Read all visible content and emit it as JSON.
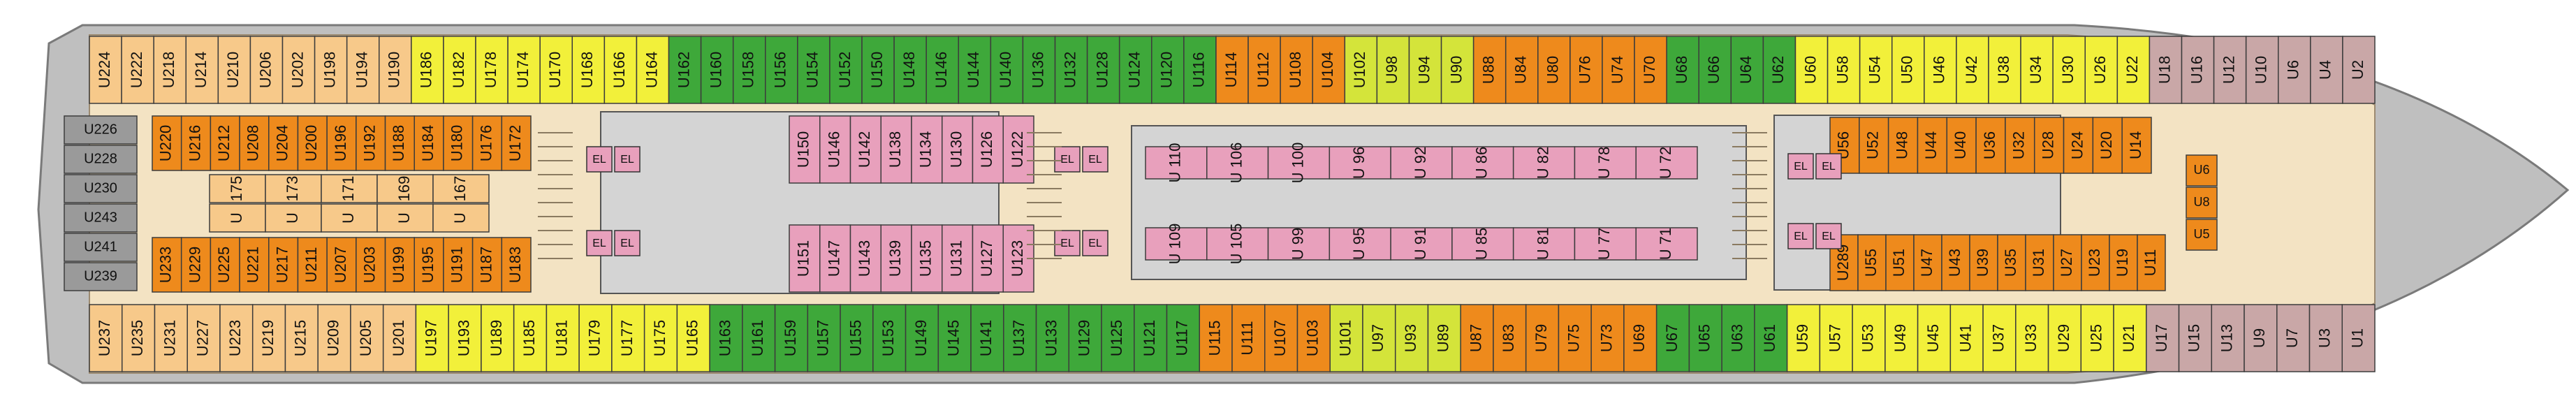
{
  "colors": {
    "green": "#3ea83a",
    "yellow": "#f2f03a",
    "lime": "#d4e43a",
    "orange": "#ee8a1c",
    "peach": "#f7c98a",
    "pink": "#e8a0bc",
    "mauve": "#c9a7a7",
    "gray": "#9a9a9a",
    "hull": "#bfbfbf",
    "deck": "#f3e3c3",
    "interior": "#d4d4d4"
  },
  "top_outer": [
    {
      "label": "U224",
      "color": "peach"
    },
    {
      "label": "U222",
      "color": "peach"
    },
    {
      "label": "U218",
      "color": "peach"
    },
    {
      "label": "U214",
      "color": "peach"
    },
    {
      "label": "U210",
      "color": "peach"
    },
    {
      "label": "U206",
      "color": "peach"
    },
    {
      "label": "U202",
      "color": "peach"
    },
    {
      "label": "U198",
      "color": "peach"
    },
    {
      "label": "U194",
      "color": "peach"
    },
    {
      "label": "U190",
      "color": "peach"
    },
    {
      "label": "U186",
      "color": "yellow"
    },
    {
      "label": "U182",
      "color": "yellow"
    },
    {
      "label": "U178",
      "color": "yellow"
    },
    {
      "label": "U174",
      "color": "yellow"
    },
    {
      "label": "U170",
      "color": "yellow"
    },
    {
      "label": "U168",
      "color": "yellow"
    },
    {
      "label": "U166",
      "color": "yellow"
    },
    {
      "label": "U164",
      "color": "yellow"
    },
    {
      "label": "U162",
      "color": "green"
    },
    {
      "label": "U160",
      "color": "green"
    },
    {
      "label": "U158",
      "color": "green"
    },
    {
      "label": "U156",
      "color": "green"
    },
    {
      "label": "U154",
      "color": "green"
    },
    {
      "label": "U152",
      "color": "green"
    },
    {
      "label": "U150",
      "color": "green"
    },
    {
      "label": "U148",
      "color": "green"
    },
    {
      "label": "U146",
      "color": "green"
    },
    {
      "label": "U144",
      "color": "green"
    },
    {
      "label": "U140",
      "color": "green"
    },
    {
      "label": "U136",
      "color": "green"
    },
    {
      "label": "U132",
      "color": "green"
    },
    {
      "label": "U128",
      "color": "green"
    },
    {
      "label": "U124",
      "color": "green"
    },
    {
      "label": "U120",
      "color": "green"
    },
    {
      "label": "U116",
      "color": "green"
    },
    {
      "label": "U114",
      "color": "orange"
    },
    {
      "label": "U112",
      "color": "orange"
    },
    {
      "label": "U108",
      "color": "orange"
    },
    {
      "label": "U104",
      "color": "orange"
    },
    {
      "label": "U102",
      "color": "lime"
    },
    {
      "label": "U98",
      "color": "lime"
    },
    {
      "label": "U94",
      "color": "lime"
    },
    {
      "label": "U90",
      "color": "lime"
    },
    {
      "label": "U88",
      "color": "orange"
    },
    {
      "label": "U84",
      "color": "orange"
    },
    {
      "label": "U80",
      "color": "orange"
    },
    {
      "label": "U76",
      "color": "orange"
    },
    {
      "label": "U74",
      "color": "orange"
    },
    {
      "label": "U70",
      "color": "orange"
    },
    {
      "label": "U68",
      "color": "green"
    },
    {
      "label": "U66",
      "color": "green"
    },
    {
      "label": "U64",
      "color": "green"
    },
    {
      "label": "U62",
      "color": "green"
    },
    {
      "label": "U60",
      "color": "yellow"
    },
    {
      "label": "U58",
      "color": "yellow"
    },
    {
      "label": "U54",
      "color": "yellow"
    },
    {
      "label": "U50",
      "color": "yellow"
    },
    {
      "label": "U46",
      "color": "yellow"
    },
    {
      "label": "U42",
      "color": "yellow"
    },
    {
      "label": "U38",
      "color": "yellow"
    },
    {
      "label": "U34",
      "color": "yellow"
    },
    {
      "label": "U30",
      "color": "yellow"
    },
    {
      "label": "U26",
      "color": "yellow"
    },
    {
      "label": "U22",
      "color": "yellow"
    },
    {
      "label": "U18",
      "color": "mauve"
    },
    {
      "label": "U16",
      "color": "mauve"
    },
    {
      "label": "U12",
      "color": "mauve"
    },
    {
      "label": "U10",
      "color": "mauve"
    },
    {
      "label": "U6",
      "color": "mauve"
    },
    {
      "label": "U4",
      "color": "mauve"
    },
    {
      "label": "U2",
      "color": "mauve"
    }
  ],
  "bottom_outer": [
    {
      "label": "U237",
      "color": "peach"
    },
    {
      "label": "U235",
      "color": "peach"
    },
    {
      "label": "U231",
      "color": "peach"
    },
    {
      "label": "U227",
      "color": "peach"
    },
    {
      "label": "U223",
      "color": "peach"
    },
    {
      "label": "U219",
      "color": "peach"
    },
    {
      "label": "U215",
      "color": "peach"
    },
    {
      "label": "U209",
      "color": "peach"
    },
    {
      "label": "U205",
      "color": "peach"
    },
    {
      "label": "U201",
      "color": "peach"
    },
    {
      "label": "U197",
      "color": "yellow"
    },
    {
      "label": "U193",
      "color": "yellow"
    },
    {
      "label": "U189",
      "color": "yellow"
    },
    {
      "label": "U185",
      "color": "yellow"
    },
    {
      "label": "U181",
      "color": "yellow"
    },
    {
      "label": "U179",
      "color": "yellow"
    },
    {
      "label": "U177",
      "color": "yellow"
    },
    {
      "label": "U175",
      "color": "yellow"
    },
    {
      "label": "U165",
      "color": "yellow"
    },
    {
      "label": "U163",
      "color": "green"
    },
    {
      "label": "U161",
      "color": "green"
    },
    {
      "label": "U159",
      "color": "green"
    },
    {
      "label": "U157",
      "color": "green"
    },
    {
      "label": "U155",
      "color": "green"
    },
    {
      "label": "U153",
      "color": "green"
    },
    {
      "label": "U149",
      "color": "green"
    },
    {
      "label": "U145",
      "color": "green"
    },
    {
      "label": "U141",
      "color": "green"
    },
    {
      "label": "U137",
      "color": "green"
    },
    {
      "label": "U133",
      "color": "green"
    },
    {
      "label": "U129",
      "color": "green"
    },
    {
      "label": "U125",
      "color": "green"
    },
    {
      "label": "U121",
      "color": "green"
    },
    {
      "label": "U117",
      "color": "green"
    },
    {
      "label": "U115",
      "color": "orange"
    },
    {
      "label": "U111",
      "color": "orange"
    },
    {
      "label": "U107",
      "color": "orange"
    },
    {
      "label": "U103",
      "color": "orange"
    },
    {
      "label": "U101",
      "color": "lime"
    },
    {
      "label": "U97",
      "color": "lime"
    },
    {
      "label": "U93",
      "color": "lime"
    },
    {
      "label": "U89",
      "color": "lime"
    },
    {
      "label": "U87",
      "color": "orange"
    },
    {
      "label": "U83",
      "color": "orange"
    },
    {
      "label": "U79",
      "color": "orange"
    },
    {
      "label": "U75",
      "color": "orange"
    },
    {
      "label": "U73",
      "color": "orange"
    },
    {
      "label": "U69",
      "color": "orange"
    },
    {
      "label": "U67",
      "color": "green"
    },
    {
      "label": "U65",
      "color": "green"
    },
    {
      "label": "U63",
      "color": "green"
    },
    {
      "label": "U61",
      "color": "green"
    },
    {
      "label": "U59",
      "color": "yellow"
    },
    {
      "label": "U57",
      "color": "yellow"
    },
    {
      "label": "U53",
      "color": "yellow"
    },
    {
      "label": "U49",
      "color": "yellow"
    },
    {
      "label": "U45",
      "color": "yellow"
    },
    {
      "label": "U41",
      "color": "yellow"
    },
    {
      "label": "U37",
      "color": "yellow"
    },
    {
      "label": "U33",
      "color": "yellow"
    },
    {
      "label": "U29",
      "color": "yellow"
    },
    {
      "label": "U25",
      "color": "yellow"
    },
    {
      "label": "U21",
      "color": "yellow"
    },
    {
      "label": "U17",
      "color": "mauve"
    },
    {
      "label": "U15",
      "color": "mauve"
    },
    {
      "label": "U13",
      "color": "mauve"
    },
    {
      "label": "U9",
      "color": "mauve"
    },
    {
      "label": "U7",
      "color": "mauve"
    },
    {
      "label": "U3",
      "color": "mauve"
    },
    {
      "label": "U1",
      "color": "mauve"
    }
  ],
  "top_inner_aft": [
    "U220",
    "U216",
    "U212",
    "U208",
    "U204",
    "U200",
    "U196",
    "U192",
    "U188",
    "U184",
    "U180",
    "U176",
    "U172"
  ],
  "bottom_inner_aft": [
    "U233",
    "U229",
    "U225",
    "U221",
    "U217",
    "U211",
    "U207",
    "U203",
    "U199",
    "U195",
    "U191",
    "U187",
    "U183"
  ],
  "aft_small_top": [
    "175",
    "173",
    "171",
    "169",
    "167"
  ],
  "aft_small_bottom": [
    "U",
    "U",
    "U",
    "U",
    "U"
  ],
  "stern_cabins": [
    "U226",
    "U228",
    "U230",
    "U243",
    "U241",
    "U239"
  ],
  "mid_top_pink": [
    "U150",
    "U146",
    "U142",
    "U138",
    "U134",
    "U130",
    "U126",
    "U122"
  ],
  "mid_bottom_pink": [
    "U151",
    "U147",
    "U143",
    "U139",
    "U135",
    "U131",
    "U127",
    "U123"
  ],
  "fwd_center_top": [
    "U 110",
    "U 106",
    "U 100",
    "U 96",
    "U 92",
    "U 86",
    "U 82",
    "U 78",
    "U 72"
  ],
  "fwd_center_bottom": [
    "U 109",
    "U 105",
    "U 99",
    "U 95",
    "U 91",
    "U 85",
    "U 81",
    "U 77",
    "U 71"
  ],
  "fwd_inner_top": [
    "U56",
    "U52",
    "U48",
    "U44",
    "U40",
    "U36",
    "U32",
    "U28",
    "U24",
    "U20",
    "U14"
  ],
  "fwd_inner_bottom": [
    "U289",
    "U55",
    "U51",
    "U47",
    "U43",
    "U39",
    "U35",
    "U31",
    "U27",
    "U23",
    "U19",
    "U11"
  ],
  "bow_center": [
    "U6",
    "U8",
    "U5"
  ],
  "elevator_label": "EL"
}
